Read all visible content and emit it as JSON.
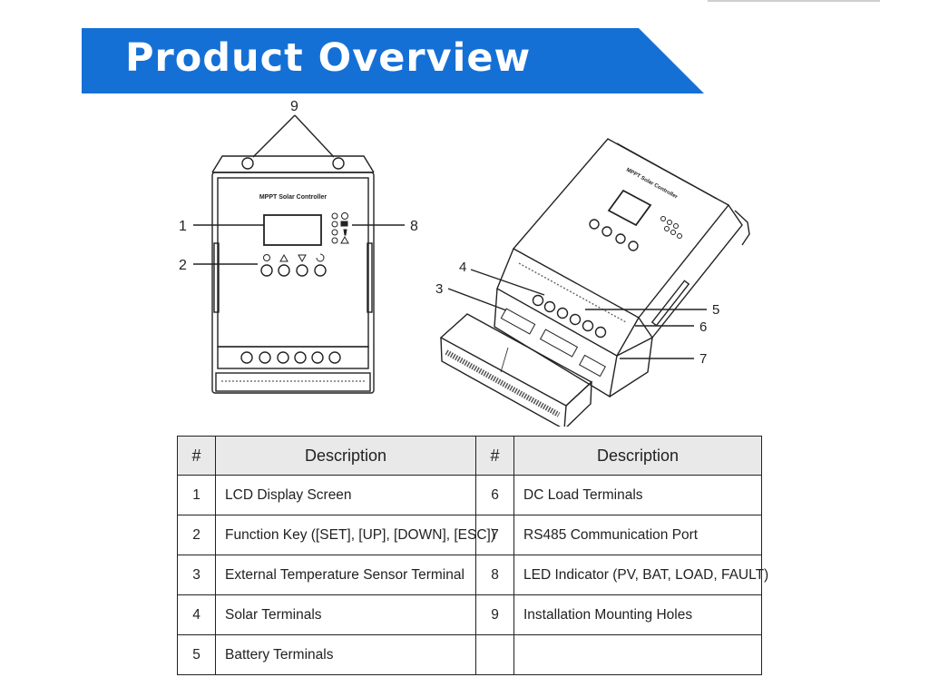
{
  "header": {
    "title": "Product Overview",
    "accent_color": "#1570D6"
  },
  "front_view": {
    "device_label": "MPPT Solar Controller",
    "callouts": [
      "9",
      "1",
      "2",
      "8"
    ],
    "led_icons": [
      "globe-icon",
      "battery-icon",
      "bulb-icon",
      "warning-icon"
    ],
    "key_icons": [
      "set-icon",
      "up-icon",
      "down-icon",
      "esc-icon"
    ]
  },
  "iso_view": {
    "device_label": "MPPT Solar Controller",
    "callouts": [
      "4",
      "3",
      "5",
      "6",
      "7"
    ]
  },
  "parts_table": {
    "headers": {
      "num": "#",
      "desc": "Description"
    },
    "rows": [
      {
        "left": {
          "num": "1",
          "desc": "LCD Display Screen"
        },
        "right": {
          "num": "6",
          "desc": "DC Load Terminals"
        }
      },
      {
        "left": {
          "num": "2",
          "desc": "Function Key ([SET], [UP], [DOWN], [ESC])"
        },
        "right": {
          "num": "7",
          "desc": "RS485 Communication Port"
        }
      },
      {
        "left": {
          "num": "3",
          "desc": "External Temperature Sensor Terminal"
        },
        "right": {
          "num": "8",
          "desc": "LED Indicator (PV, BAT, LOAD, FAULT)"
        }
      },
      {
        "left": {
          "num": "4",
          "desc": "Solar Terminals"
        },
        "right": {
          "num": "9",
          "desc": "Installation Mounting Holes"
        }
      },
      {
        "left": {
          "num": "5",
          "desc": "Battery Terminals"
        },
        "right": {
          "num": "",
          "desc": ""
        }
      }
    ]
  }
}
